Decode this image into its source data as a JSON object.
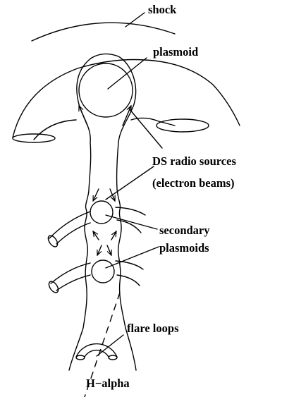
{
  "labels": {
    "shock": "shock",
    "plasmoid": "plasmoid",
    "ds_line1": "DS  radio sources",
    "ds_line2": "(electron  beams)",
    "secondary_line1": "secondary",
    "secondary_line2": "plasmoids",
    "flare_loops": "flare loops",
    "h_alpha": "H−alpha"
  }
}
